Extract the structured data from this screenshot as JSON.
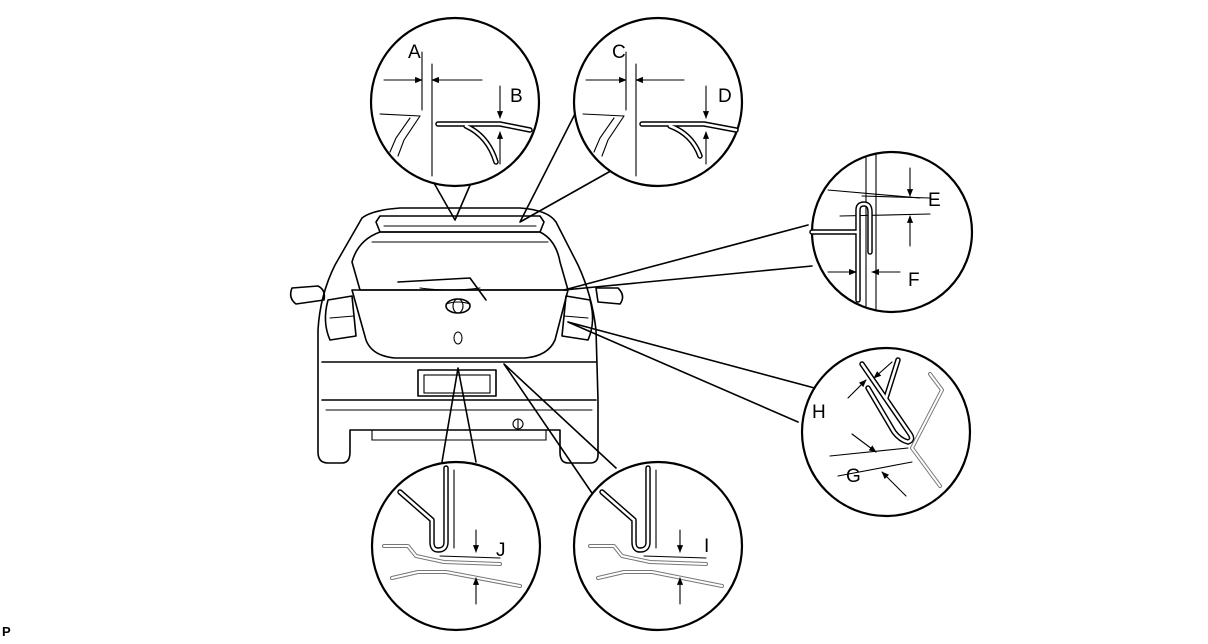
{
  "labels": {
    "A": "A",
    "B": "B",
    "C": "C",
    "D": "D",
    "E": "E",
    "F": "F",
    "G": "G",
    "H": "H",
    "I": "I",
    "J": "J"
  },
  "corner_mark": "P"
}
